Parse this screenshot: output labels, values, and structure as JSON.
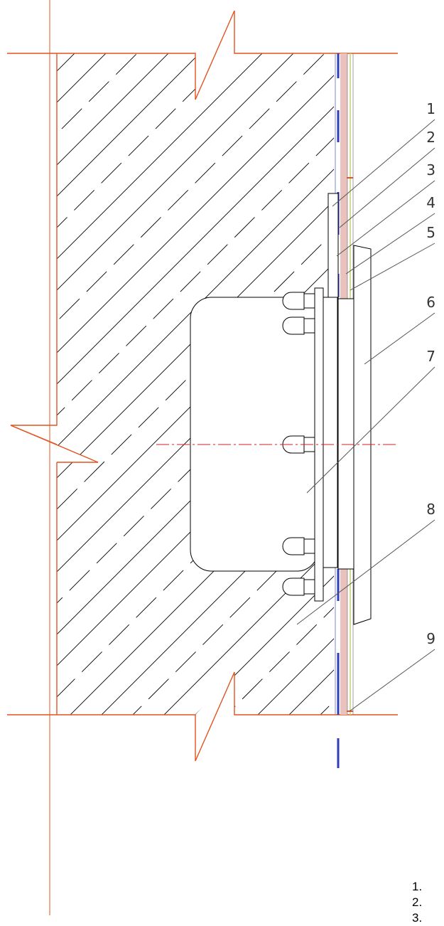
{
  "colors": {
    "section_outline": "#e0541f",
    "hatch": "#000000",
    "wall_board": "#2f3dbd",
    "centerline": "#d21f2a",
    "plaster": "#e9c2bd",
    "finish": "#c9d27a",
    "leader": "#555555"
  },
  "callouts": [
    {
      "num": "1"
    },
    {
      "num": "2"
    },
    {
      "num": "3"
    },
    {
      "num": "4"
    },
    {
      "num": "5"
    },
    {
      "num": "6"
    },
    {
      "num": "7"
    },
    {
      "num": "8"
    },
    {
      "num": "9"
    }
  ],
  "legend": [
    "1.",
    "2.",
    "3."
  ]
}
